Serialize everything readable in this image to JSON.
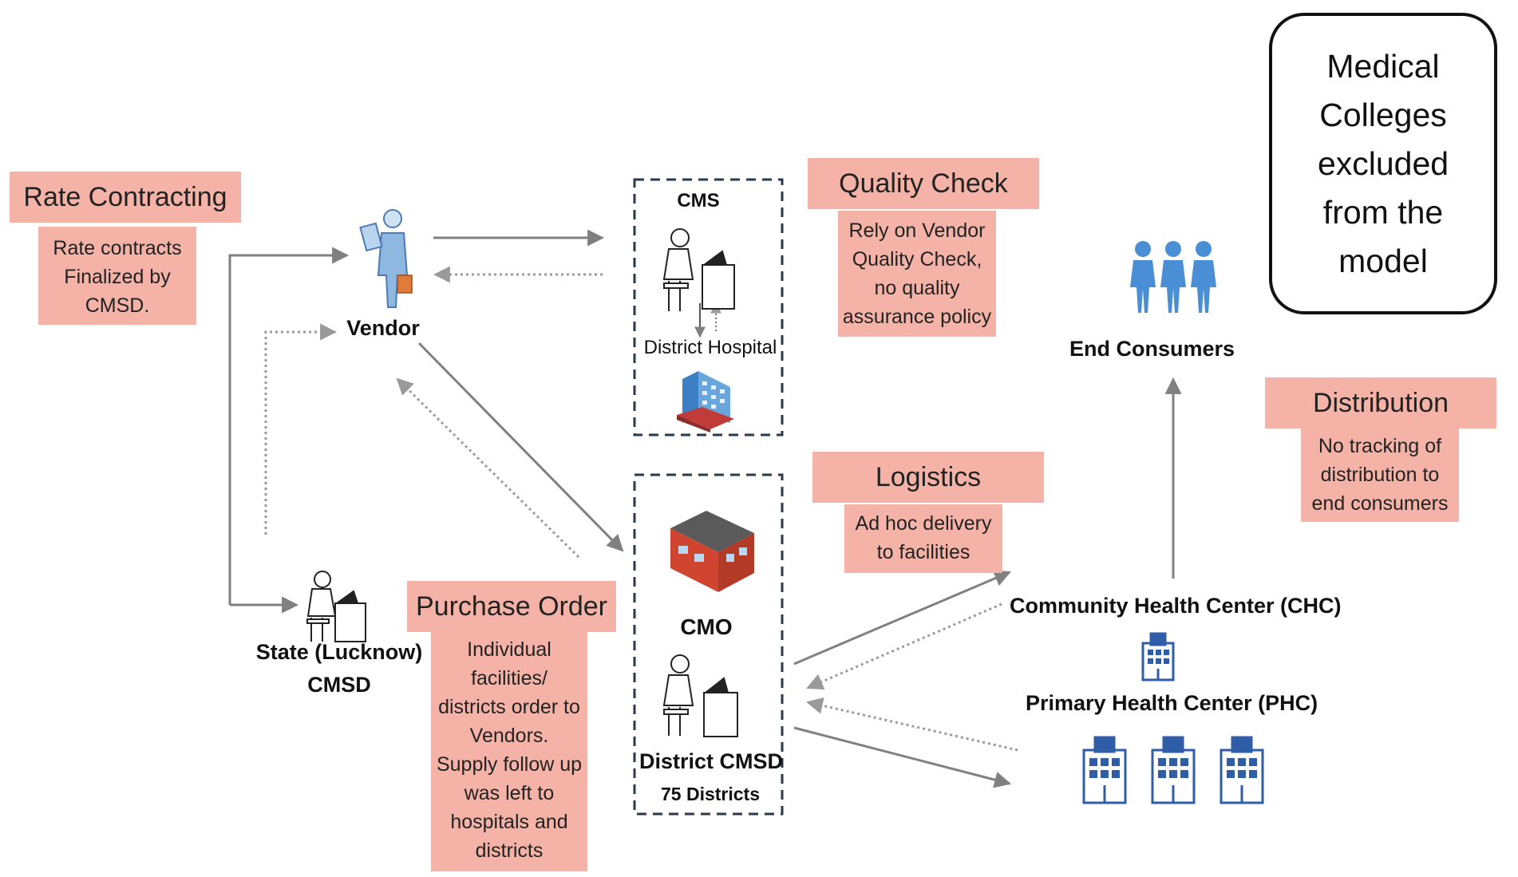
{
  "note": {
    "text": "Medical Colleges excluded from the model"
  },
  "rate_contracting": {
    "title": "Rate Contracting",
    "body": [
      "Rate contracts",
      "Finalized by",
      "CMSD."
    ]
  },
  "quality_check": {
    "title": "Quality Check",
    "body": [
      "Rely on Vendor",
      "Quality Check,",
      "no quality",
      "assurance policy"
    ]
  },
  "logistics": {
    "title": "Logistics",
    "body": [
      "Ad hoc delivery",
      "to facilities"
    ]
  },
  "purchase_order": {
    "title": "Purchase Order",
    "body": [
      "Individual",
      "facilities/",
      "districts order to",
      "Vendors.",
      "Supply follow up",
      "was left to",
      "hospitals and",
      "districts"
    ]
  },
  "distribution": {
    "title": "Distribution",
    "body": [
      "No tracking of",
      "distribution to",
      "end consumers"
    ]
  },
  "nodes": {
    "vendor": "Vendor",
    "cms": "CMS",
    "district_hospital": "District Hospital",
    "cmo": "CMO",
    "district_cmsd": "District CMSD",
    "districts_count": "75 Districts",
    "state_cmsd_line1": "State (Lucknow)",
    "state_cmsd_line2": "CMSD",
    "end_consumers": "End Consumers",
    "chc": "Community Health Center (CHC)",
    "phc": "Primary Health Center (PHC)"
  },
  "colors": {
    "callout_fill": "#f5b3a8",
    "arrow": "#808080",
    "hospital_blue": "#2f5da8",
    "people_blue": "#4a8fd6",
    "building_red": "#c0392b"
  }
}
